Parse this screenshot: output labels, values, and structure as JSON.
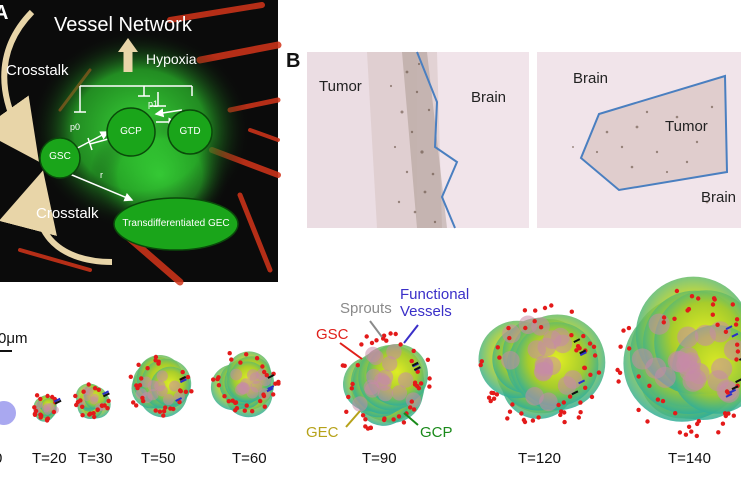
{
  "panel_a": {
    "letter": "A",
    "title": "Vessel Network",
    "hypoxia": "Hypoxia",
    "crosstalk_top": "Crosstalk",
    "crosstalk_bottom": "Crosstalk",
    "nodes": {
      "gsc": "GSC",
      "gcp": "GCP",
      "gtd": "GTD",
      "gec": "Transdifferentiated GEC"
    },
    "params": {
      "p0": "p0",
      "p1": "p1",
      "r": "r"
    },
    "colors": {
      "node": "#1aa51a",
      "glow": "#3cd83c",
      "vessel": "#d83a1a",
      "arrow": "#e8d5a8"
    }
  },
  "panel_b": {
    "letter": "B",
    "left": {
      "tumor": "Tumor",
      "brain": "Brain"
    },
    "right": {
      "brain_top": "Brain",
      "tumor": "Tumor",
      "brain_bottom": "Brain"
    },
    "boundary_color": "#4a7fc0"
  },
  "panel_c": {
    "scale": "0μm",
    "labels": {
      "sprouts": "Sprouts",
      "functional_vessels": "Functional\nVessels",
      "gsc": "GSC",
      "gec": "GEC",
      "gcp": "GCP"
    },
    "label_colors": {
      "sprouts": "#8a8a8a",
      "functional": "#3a2fc8",
      "gsc": "#e0201a",
      "gec": "#b6a21a",
      "gcp": "#1a8a1a"
    },
    "timepoints": [
      "0",
      "T=20",
      "T=30",
      "T=50",
      "T=60",
      "T=90",
      "T=120",
      "T=140"
    ]
  }
}
